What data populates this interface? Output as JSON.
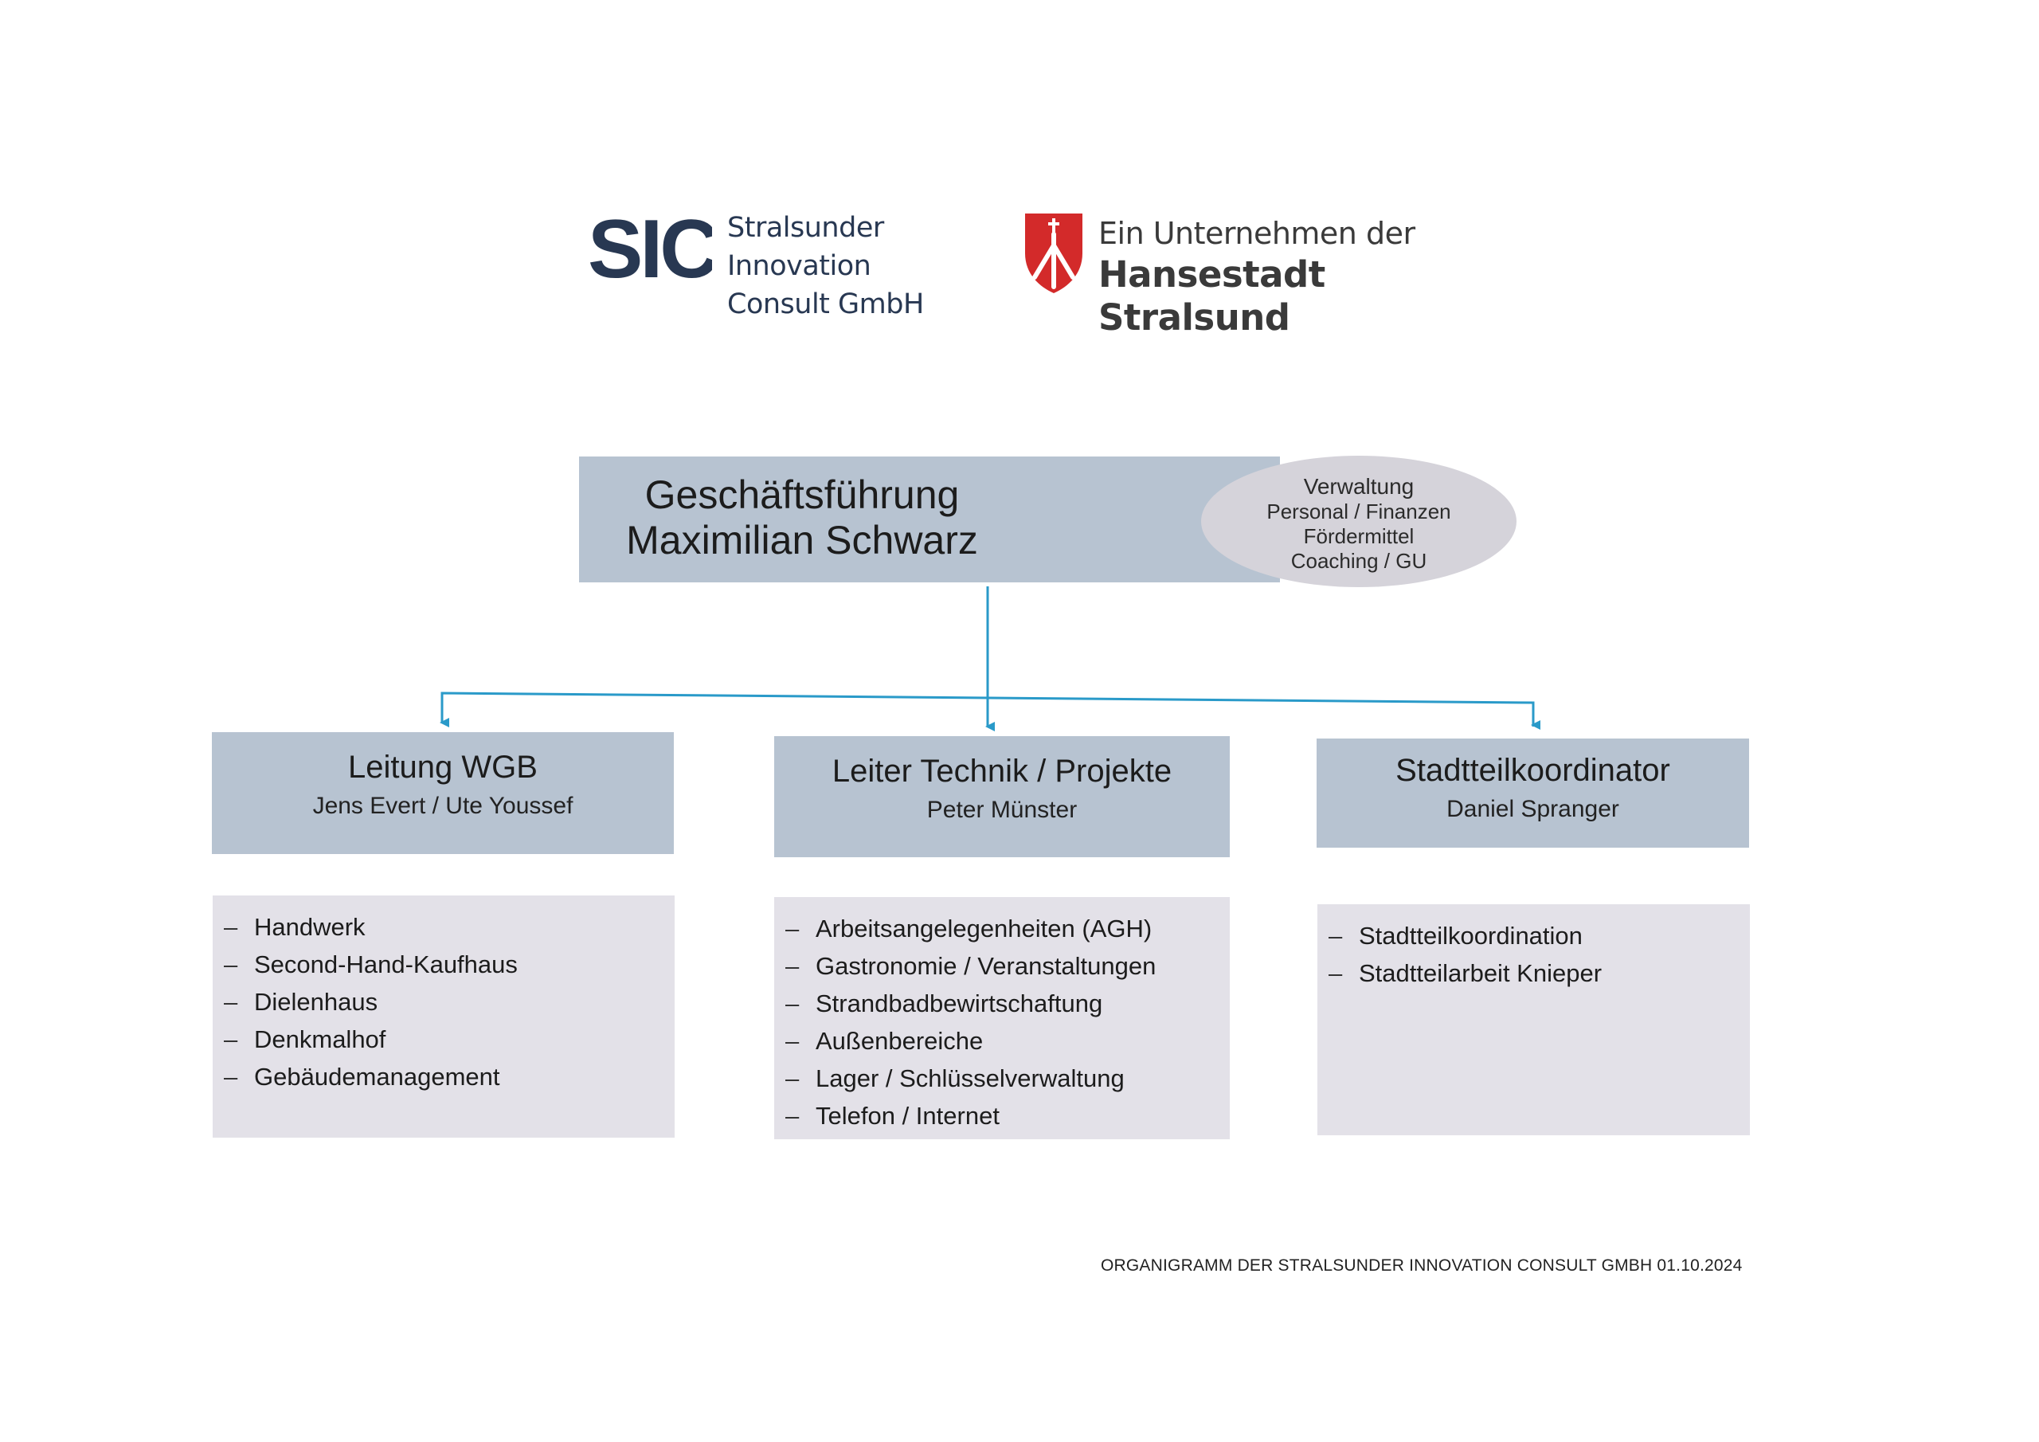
{
  "logos": {
    "sic_mark": "SIC",
    "sic_name_line1": "Stralsunder Innovation",
    "sic_name_line2": "Consult GmbH",
    "city_line1": "Ein Unternehmen der",
    "city_line2": "Hansestadt Stralsund"
  },
  "management": {
    "title": "Geschäftsführung",
    "person": "Maximilian Schwarz",
    "admin": {
      "title": "Verwaltung",
      "items": [
        "Personal / Finanzen",
        "Fördermittel",
        "Coaching / GU"
      ]
    }
  },
  "departments": [
    {
      "title": "Leitung WGB",
      "person": "Jens Evert / Ute Youssef",
      "items": [
        "Handwerk",
        "Second-Hand-Kaufhaus",
        "Dielenhaus",
        "Denkmalhof",
        "Gebäudemanagement"
      ]
    },
    {
      "title": "Leiter Technik / Projekte",
      "person": "Peter Münster",
      "items": [
        "Arbeitsangelegenheiten (AGH)",
        "Gastronomie / Veranstaltungen",
        "Strandbadbewirtschaftung",
        "Außenbereiche",
        "Lager / Schlüsselverwaltung",
        "Telefon / Internet"
      ]
    },
    {
      "title": "Stadtteilkoordinator",
      "person": "Daniel Spranger",
      "items": [
        "Stadtteilkoordination",
        "Stadtteilarbeit Knieper"
      ]
    }
  ],
  "footer": "ORGANIGRAMM DER STRALSUNDER INNOVATION CONSULT GMBH 01.10.2024",
  "colors": {
    "head_box": "#b7c3d1",
    "list_box": "#e3e1e8",
    "ellipse": "#d5d3da",
    "connector": "#2a9ac9",
    "sic_blue": "#283852",
    "shield_red": "#d32a2a"
  }
}
